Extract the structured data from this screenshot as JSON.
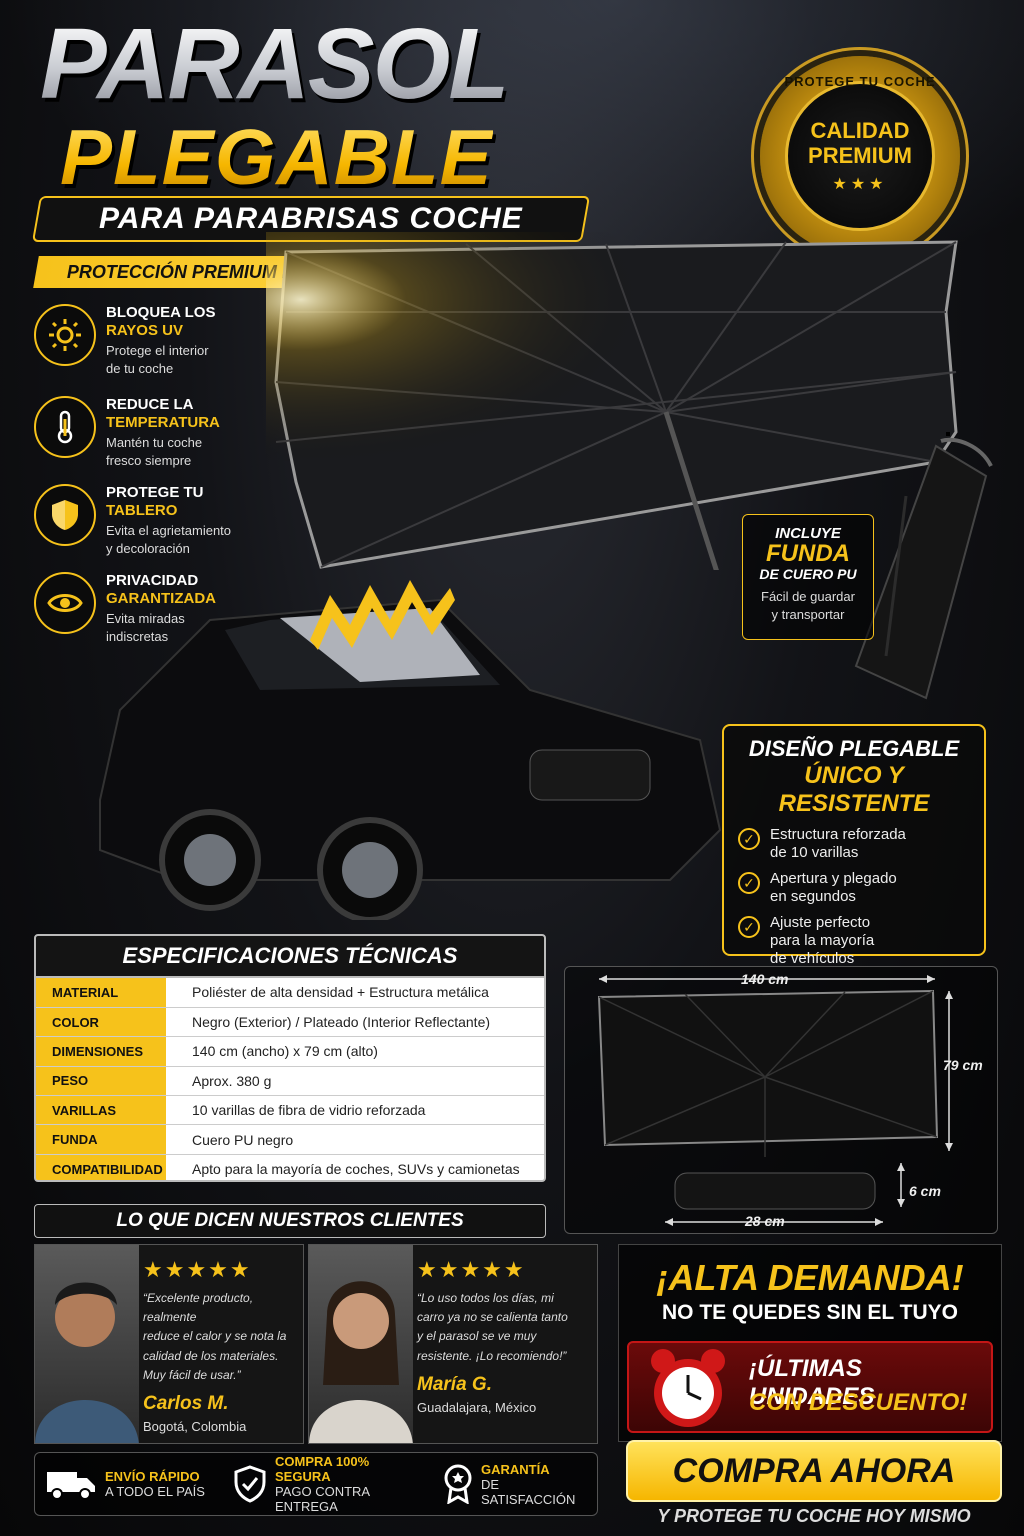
{
  "header": {
    "title_line1": "PARASOL",
    "title_line2": "PLEGABLE",
    "subtitle": "PARA PARABRISAS COCHE",
    "tagline": "PROTECCIÓN PREMIUM PARA TU VEHÍCULO"
  },
  "seal": {
    "arc_text": "PROTEGE TU COCHE",
    "line1": "CALIDAD",
    "line2": "PREMIUM",
    "stars": "★★★"
  },
  "features": [
    {
      "icon": "sun-icon",
      "title": "BLOQUEA LOS",
      "highlight": "RAYOS UV",
      "desc1": "Protege el interior",
      "desc2": "de tu coche"
    },
    {
      "icon": "thermometer-icon",
      "title": "REDUCE LA",
      "highlight": "TEMPERATURA",
      "desc1": "Mantén tu coche",
      "desc2": "fresco siempre"
    },
    {
      "icon": "shield-icon",
      "title": "PROTEGE TU",
      "highlight": "TABLERO",
      "desc1": "Evita el agrietamiento",
      "desc2": "y decoloración"
    },
    {
      "icon": "eye-icon",
      "title": "PRIVACIDAD",
      "highlight": "GARANTIZADA",
      "desc1": "Evita miradas",
      "desc2": "indiscretas"
    }
  ],
  "funda": {
    "line1": "INCLUYE",
    "line2": "FUNDA",
    "line3": "DE CUERO PU",
    "desc1": "Fácil de guardar",
    "desc2": "y transportar"
  },
  "diseno": {
    "title1": "DISEÑO PLEGABLE",
    "title2": "ÚNICO Y RESISTENTE",
    "items": [
      {
        "line1": "Estructura reforzada",
        "line2": "de 10 varillas",
        "line3": ""
      },
      {
        "line1": "Apertura y plegado",
        "line2": "en segundos",
        "line3": ""
      },
      {
        "line1": "Ajuste perfecto",
        "line2": "para la mayoría",
        "line3": "de vehículos"
      }
    ]
  },
  "specs": {
    "title": "ESPECIFICACIONES TÉCNICAS",
    "rows": [
      {
        "k": "MATERIAL",
        "v": "Poliéster de alta densidad + Estructura metálica"
      },
      {
        "k": "COLOR",
        "v": "Negro (Exterior) / Plateado (Interior Reflectante)"
      },
      {
        "k": "DIMENSIONES",
        "v": "140 cm (ancho) x 79 cm (alto)"
      },
      {
        "k": "PESO",
        "v": "Aprox. 380 g"
      },
      {
        "k": "VARILLAS",
        "v": "10 varillas de fibra de vidrio reforzada"
      },
      {
        "k": "FUNDA",
        "v": "Cuero PU negro"
      },
      {
        "k": "COMPATIBILIDAD",
        "v": "Apto para la mayoría de coches, SUVs y camionetas"
      }
    ]
  },
  "dimensions": {
    "width": "140 cm",
    "height": "79 cm",
    "case_length": "28 cm",
    "case_height": "6 cm"
  },
  "reviews": {
    "title": "LO QUE DICEN NUESTROS CLIENTES",
    "items": [
      {
        "stars": "★★★★★",
        "q1": "“Excelente producto, realmente",
        "q2": "reduce el calor y se nota la",
        "q3": "calidad de los materiales.",
        "q4": "Muy fácil de usar.”",
        "name": "Carlos M.",
        "city": "Bogotá, Colombia"
      },
      {
        "stars": "★★★★★",
        "q1": "“Lo uso todos los días, mi",
        "q2": "carro ya no se calienta tanto",
        "q3": "y el parasol se ve muy",
        "q4": "resistente. ¡Lo recomiendo!”",
        "name": "María G.",
        "city": "Guadalajara, México"
      }
    ]
  },
  "demand": {
    "title": "¡ALTA DEMANDA!",
    "subtitle": "NO TE QUEDES SIN EL TUYO",
    "urgent1": "¡ÚLTIMAS UNIDADES",
    "urgent2": "CON DESCUENTO!"
  },
  "cta": {
    "button": "COMPRA AHORA",
    "sub": "Y PROTEGE TU COCHE HOY MISMO"
  },
  "trust": [
    {
      "icon": "truck-icon",
      "a": "ENVÍO RÁPIDO",
      "b": "A TODO EL PAÍS"
    },
    {
      "icon": "shield-check-icon",
      "a": "COMPRA 100% SEGURA",
      "b": "PAGO CONTRA ENTREGA"
    },
    {
      "icon": "medal-icon",
      "a": "GARANTÍA",
      "b": "DE SATISFACCIÓN"
    }
  ],
  "colors": {
    "accent": "#f6c21b",
    "background": "#0b0b0d",
    "urgent": "#c41616"
  }
}
